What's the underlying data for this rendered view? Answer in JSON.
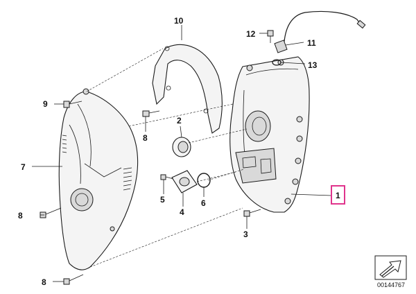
{
  "callouts": {
    "c1": "1",
    "c2": "2",
    "c3": "3",
    "c4": "4",
    "c5": "5",
    "c6": "6",
    "c7": "7",
    "c8a": "8",
    "c8b": "8",
    "c8c": "8",
    "c9": "9",
    "c10": "10",
    "c11": "11",
    "c12": "12",
    "c13": "13"
  },
  "highlighted_callout": "1",
  "highlight_color": "#e0348c",
  "document_number": "00144767",
  "nav_icon": "next-page-arrow-icon"
}
